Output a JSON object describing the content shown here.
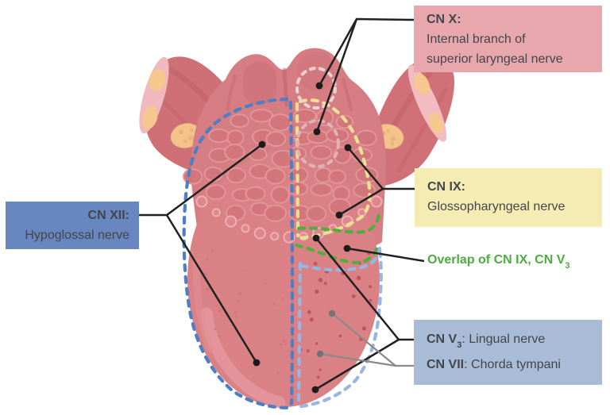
{
  "labels": {
    "cn_x": {
      "title": "CN X:",
      "line1": "Internal branch of",
      "line2": "superior laryngeal nerve"
    },
    "cn_ix": {
      "title": "CN IX:",
      "line1": "Glossopharyngeal nerve"
    },
    "overlap": {
      "text": "Overlap of CN IX, CN V",
      "sub": "3"
    },
    "cn_v3_vii": {
      "bold1": "CN V",
      "sub1": "3",
      "rest1": ": Lingual nerve",
      "bold2": "CN VII",
      "rest2": ": Chorda tympani"
    },
    "cn_xii": {
      "title": "CN XII:",
      "line1": "Hypoglossal nerve"
    }
  },
  "colors": {
    "cn_x_box_bg": "#e8a7ac",
    "cn_ix_box_bg": "#f4ecb2",
    "cn_v_box_bg": "#a8bcd8",
    "cn_xii_box_bg": "#6886bf",
    "overlap_green": "#4bad3d",
    "label_text_dark": "#43464a",
    "dash_blue": "#4e7ec6",
    "dash_light_blue": "#95b7e0",
    "dash_yellow": "#ece193",
    "dash_green": "#53ad3c",
    "dash_pink_light": "#e9d2d4",
    "dash_pink": "#dfb2b8",
    "callout_black": "#212121",
    "callout_gray": "#8b8b8b"
  }
}
